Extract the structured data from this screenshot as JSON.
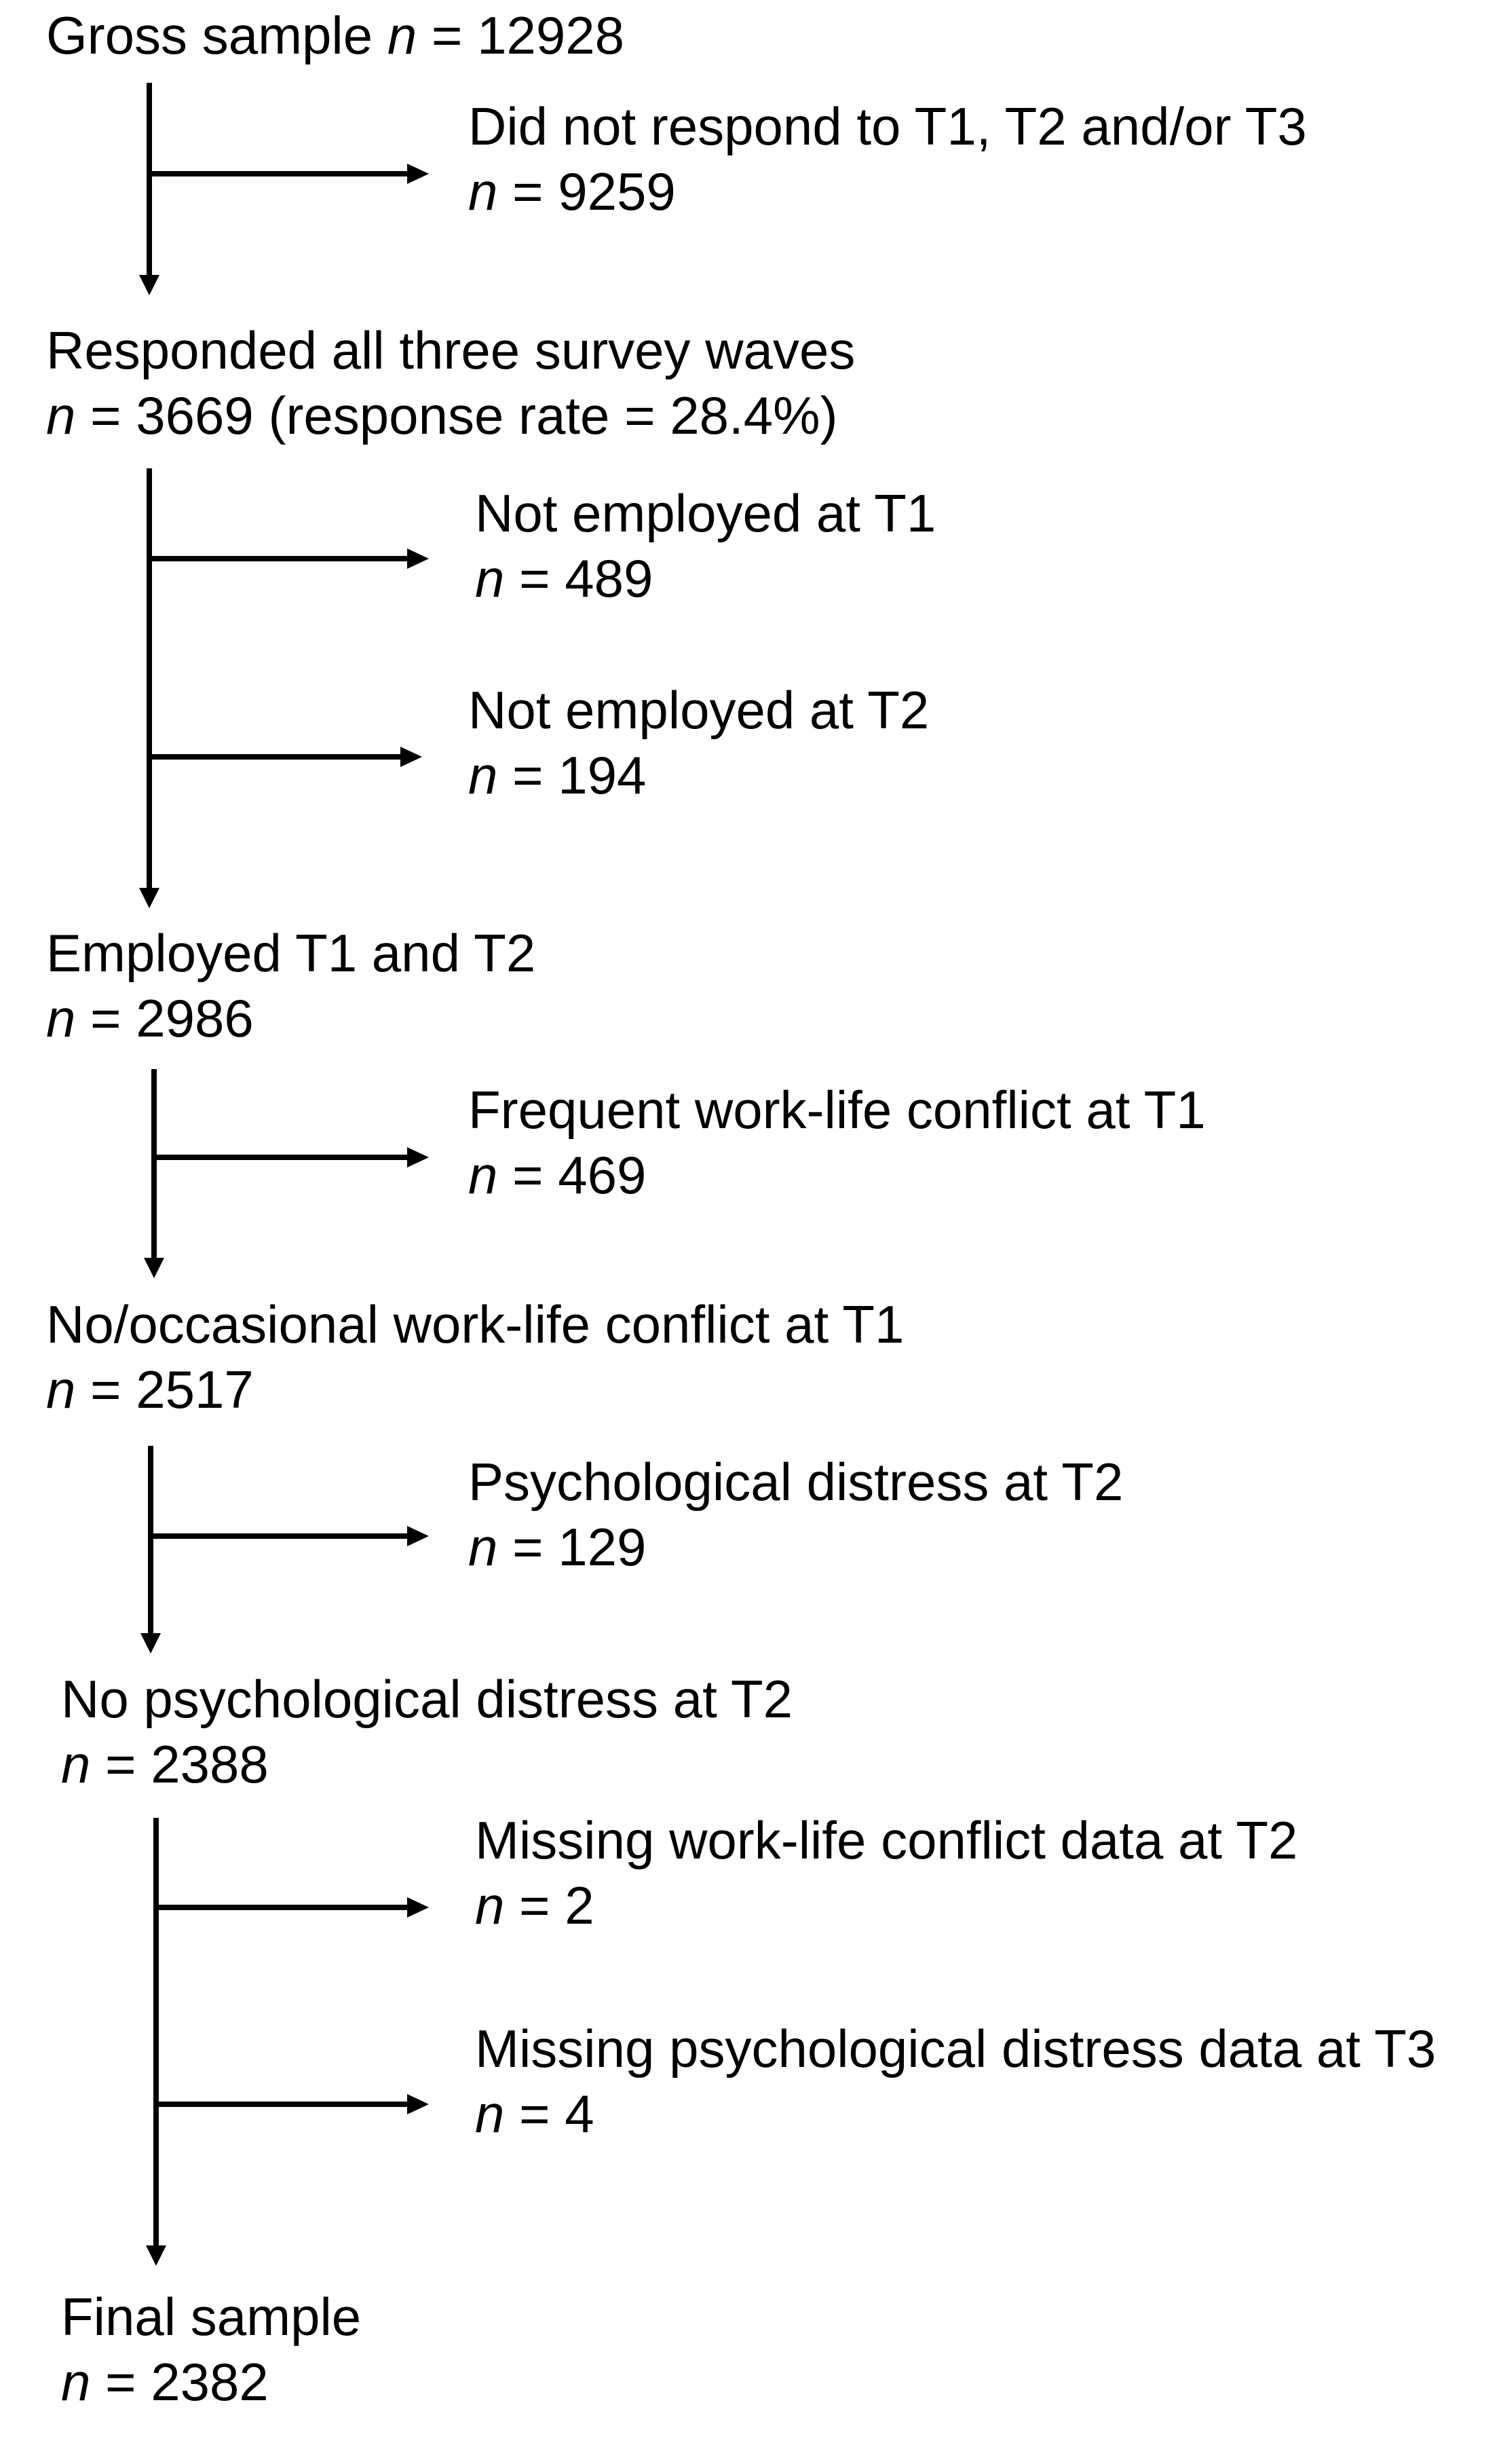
{
  "main_flow": [
    {
      "title": "Gross sample",
      "n": "n",
      "eq": " = 12928"
    },
    {
      "title": "Responded all three survey waves",
      "n": "n",
      "eq": " = 3669 (response rate = 28.4%)"
    },
    {
      "title": "Employed T1 and T2",
      "n": "n",
      "eq": " = 2986"
    },
    {
      "title": "No/occasional work-life conflict at T1",
      "n": "n",
      "eq": " = 2517"
    },
    {
      "title": "No psychological distress at T2",
      "n": "n",
      "eq": " = 2388"
    },
    {
      "title": "Final sample",
      "n": "n",
      "eq": " = 2382"
    }
  ],
  "exclusions": [
    {
      "title": "Did not respond to T1, T2 and/or T3",
      "n": "n",
      "eq": " = 9259"
    },
    {
      "title": "Not employed at T1",
      "n": "n",
      "eq": " = 489"
    },
    {
      "title": "Not employed at T2",
      "n": "n",
      "eq": " = 194"
    },
    {
      "title": "Frequent work-life conflict at T1",
      "n": "n",
      "eq": " = 469"
    },
    {
      "title": "Psychological distress at T2",
      "n": "n",
      "eq": " = 129"
    },
    {
      "title": "Missing work-life conflict data at T2",
      "n": "n",
      "eq": " = 2"
    },
    {
      "title": "Missing psychological distress data at T3",
      "n": "n",
      "eq": " = 4"
    }
  ],
  "colors": {
    "text": "#000000",
    "lines": "#000000",
    "background": "#ffffff"
  }
}
